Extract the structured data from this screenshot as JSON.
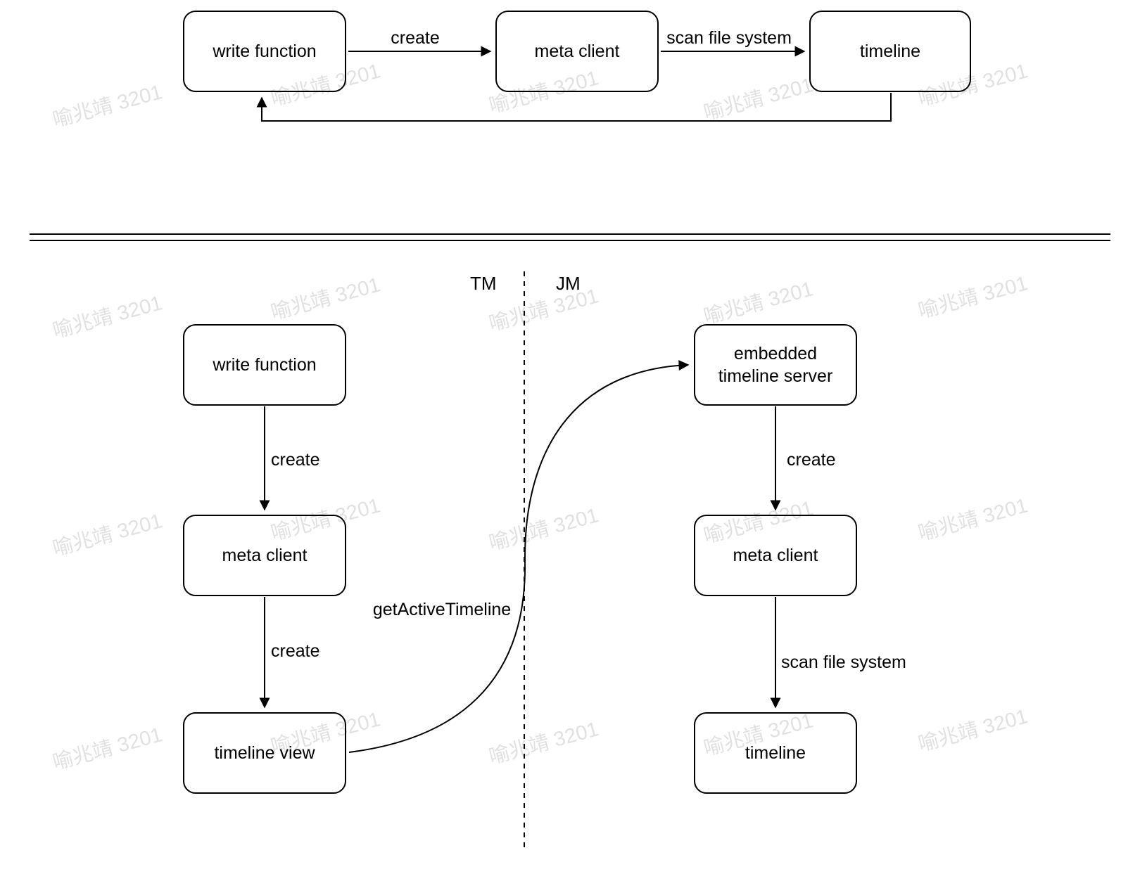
{
  "watermark": {
    "text": "喻兆靖 3201"
  },
  "top_flow": {
    "nodes": {
      "write_function": "write function",
      "meta_client": "meta client",
      "timeline": "timeline"
    },
    "edge_labels": {
      "create": "create",
      "scan_file_system": "scan file system"
    }
  },
  "bottom_flow": {
    "lane_labels": {
      "tm": "TM",
      "jm": "JM"
    },
    "tm_nodes": {
      "write_function": "write function",
      "meta_client": "meta client",
      "timeline_view": "timeline view"
    },
    "tm_edge_labels": {
      "create_1": "create",
      "create_2": "create"
    },
    "jm_nodes": {
      "embedded_timeline_server": "embedded timeline server",
      "meta_client": "meta client",
      "timeline": "timeline"
    },
    "jm_edge_labels": {
      "create": "create",
      "scan_file_system": "scan file system"
    },
    "cross_edge_label": "getActiveTimeline"
  }
}
